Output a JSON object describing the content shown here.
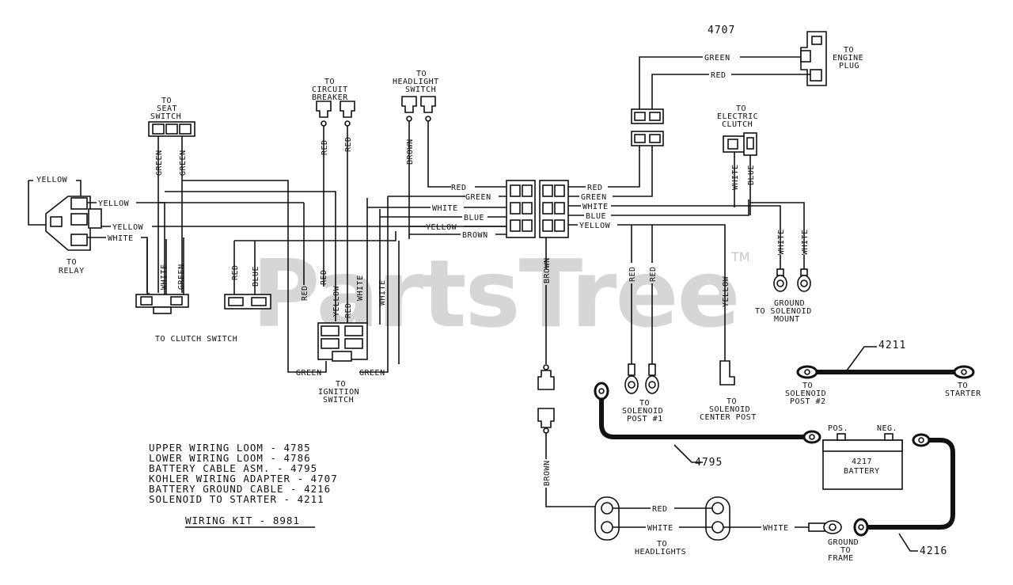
{
  "watermark": {
    "text": "PartsTree",
    "tm": "TM"
  },
  "part_number_top": "4707",
  "connectors": {
    "seat_switch": [
      "TO",
      "SEAT",
      "SWITCH"
    ],
    "circuit_breaker": [
      "TO",
      "CIRCUIT",
      "BREAKER"
    ],
    "headlight_switch": [
      "TO",
      "HEADLIGHT",
      "SWITCH"
    ],
    "engine_plug": [
      "TO",
      "ENGINE",
      "PLUG"
    ],
    "electric_clutch": [
      "TO",
      "ELECTRIC",
      "CLUTCH"
    ],
    "relay": [
      "TO",
      "RELAY"
    ],
    "clutch_switch": "TO CLUTCH SWITCH",
    "ignition_switch": [
      "TO",
      "IGNITION",
      "SWITCH"
    ],
    "ground_solenoid": [
      "GROUND",
      "TO SOLENOID",
      "MOUNT"
    ],
    "solenoid_post1": [
      "TO",
      "SOLENOID",
      "POST #1"
    ],
    "solenoid_center": [
      "TO",
      "SOLENOID",
      "CENTER POST"
    ],
    "solenoid_post2": [
      "TO",
      "SOLENOID",
      "POST #2"
    ],
    "starter": [
      "TO",
      "STARTER"
    ],
    "headlights": [
      "TO",
      "HEADLIGHTS"
    ],
    "ground_frame": [
      "GROUND",
      "TO",
      "FRAME"
    ]
  },
  "wire_colors": {
    "yellow": "YELLOW",
    "white": "WHITE",
    "green": "GREEN",
    "red": "RED",
    "blue": "BLUE",
    "brown": "BROWN"
  },
  "battery": {
    "pos": "POS.",
    "neg": "NEG.",
    "number": "4217",
    "label": "BATTERY"
  },
  "callouts": {
    "battery_cable": "4795",
    "ground_cable": "4216",
    "starter_cable": "4211"
  },
  "legend": [
    "UPPER WIRING LOOM - 4785",
    "LOWER WIRING LOOM - 4786",
    "BATTERY CABLE ASM. - 4795",
    "KOHLER WIRING ADAPTER - 4707",
    "BATTERY GROUND CABLE - 4216",
    "SOLENOID TO STARTER - 4211"
  ],
  "kit_label": "WIRING KIT - 8981"
}
